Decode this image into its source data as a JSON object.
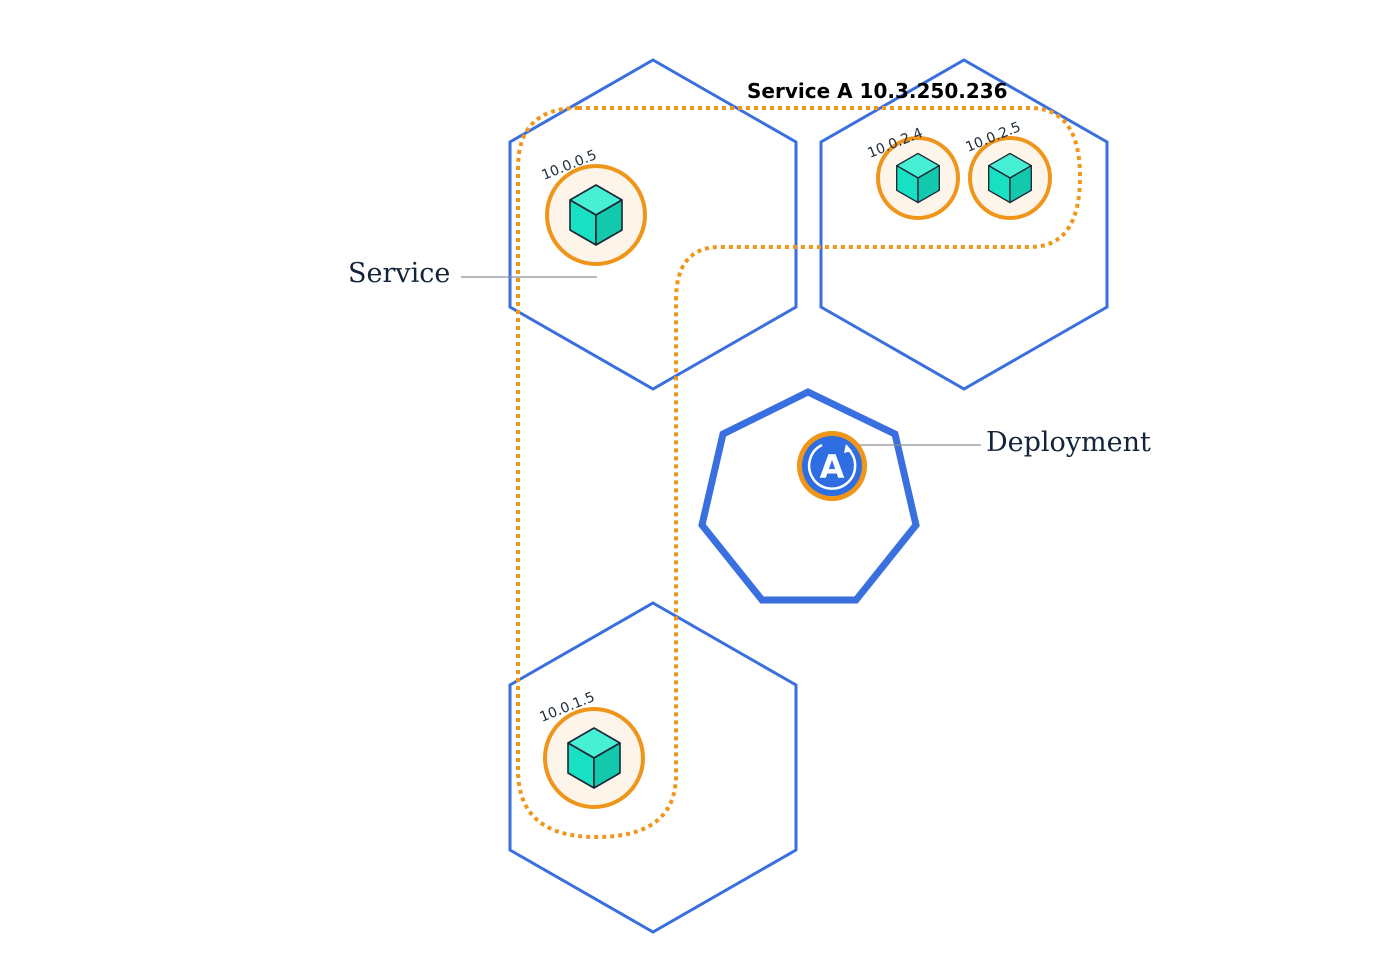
{
  "service_label": "Service",
  "deployment_label": "Deployment",
  "service_a_label": "Service A 10.3.250.236",
  "pods": [
    {
      "ip": "10.0.0.5"
    },
    {
      "ip": "10.0.2.4"
    },
    {
      "ip": "10.0.2.5"
    },
    {
      "ip": "10.0.1.5"
    }
  ],
  "deployment_icon_letter": "A",
  "colors": {
    "node_outline": "#3a6fe0",
    "service_outline": "#f0961c",
    "pod_ring": "#ef9519",
    "pod_fill": "#fdf4ea",
    "cube": "#18e0c2",
    "deployment_badge": "#2f6ee2"
  }
}
